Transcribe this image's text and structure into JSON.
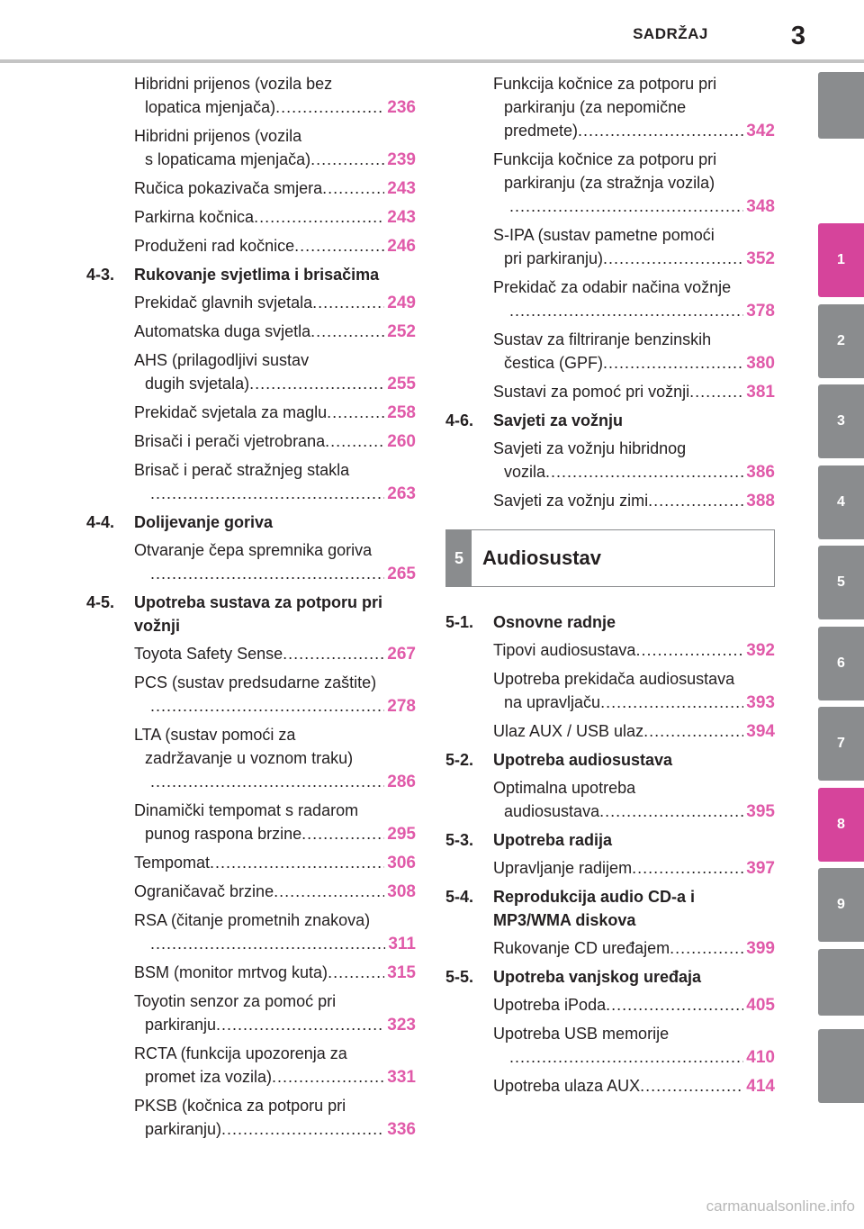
{
  "header": {
    "title": "SADRŽAJ",
    "page_number": "3"
  },
  "sidetabs": [
    {
      "label": "",
      "active": false
    },
    {
      "label": "1",
      "active": true
    },
    {
      "label": "2",
      "active": false
    },
    {
      "label": "3",
      "active": false
    },
    {
      "label": "4",
      "active": false
    },
    {
      "label": "5",
      "active": false
    },
    {
      "label": "6",
      "active": false
    },
    {
      "label": "7",
      "active": false
    },
    {
      "label": "8",
      "active": true
    },
    {
      "label": "9",
      "active": false
    },
    {
      "label": "",
      "active": false
    },
    {
      "label": "",
      "active": false
    }
  ],
  "left_column": [
    {
      "kind": "entry",
      "line1": "Hibridni prijenos (vozila bez",
      "line2": "lopatica mjenjača)",
      "page": "236"
    },
    {
      "kind": "entry",
      "line1": "Hibridni prijenos (vozila",
      "line2": "s lopaticama mjenjača)",
      "page": "239"
    },
    {
      "kind": "entry",
      "line2": "Ručica pokazivača smjera",
      "page": "243",
      "single": true
    },
    {
      "kind": "entry",
      "line2": "Parkirna kočnica",
      "page": "243",
      "single": true
    },
    {
      "kind": "entry",
      "line2": "Produženi rad kočnice",
      "page": "246",
      "single": true
    },
    {
      "kind": "section",
      "num": "4-3.",
      "name": "Rukovanje svjetlima i brisačima"
    },
    {
      "kind": "entry",
      "line2": "Prekidač glavnih svjetala",
      "page": "249",
      "single": true
    },
    {
      "kind": "entry",
      "line2": "Automatska duga svjetla",
      "page": "252",
      "single": true
    },
    {
      "kind": "entry",
      "line1": "AHS (prilagodljivi sustav",
      "line2": "dugih svjetala)",
      "page": "255"
    },
    {
      "kind": "entry",
      "line2": "Prekidač svjetala za maglu",
      "page": "258",
      "single": true
    },
    {
      "kind": "entry",
      "line2": "Brisači i perači vjetrobrana",
      "page": "260",
      "single": true
    },
    {
      "kind": "entry",
      "line1": "Brisač i perač stražnjeg stakla",
      "line2": "",
      "page": "263"
    },
    {
      "kind": "section",
      "num": "4-4.",
      "name": "Dolijevanje goriva"
    },
    {
      "kind": "entry",
      "line1": "Otvaranje čepa spremnika goriva",
      "line2": "",
      "page": "265"
    },
    {
      "kind": "section",
      "num": "4-5.",
      "name": "Upotreba sustava za potporu pri vožnji"
    },
    {
      "kind": "entry",
      "line2": "Toyota Safety Sense",
      "page": "267",
      "single": true
    },
    {
      "kind": "entry",
      "line1": "PCS (sustav predsudarne zaštite)",
      "line2": "",
      "page": "278"
    },
    {
      "kind": "entry",
      "line1": "LTA (sustav pomoći za",
      "line1b": "zadržavanje u voznom traku)",
      "line2": "",
      "page": "286"
    },
    {
      "kind": "entry",
      "line1": "Dinamički tempomat s radarom",
      "line2": "punog raspona brzine",
      "page": "295"
    },
    {
      "kind": "entry",
      "line2": "Tempomat",
      "page": "306",
      "single": true
    },
    {
      "kind": "entry",
      "line2": "Ograničavač brzine",
      "page": "308",
      "single": true
    },
    {
      "kind": "entry",
      "line1": "RSA (čitanje prometnih znakova)",
      "line2": "",
      "page": "311"
    },
    {
      "kind": "entry",
      "line2": "BSM (monitor mrtvog kuta)",
      "page": "315",
      "single": true
    },
    {
      "kind": "entry",
      "line1": "Toyotin senzor za pomoć pri",
      "line2": "parkiranju",
      "page": "323"
    },
    {
      "kind": "entry",
      "line1": "RCTA (funkcija upozorenja za",
      "line2": "promet iza vozila)",
      "page": "331"
    },
    {
      "kind": "entry",
      "line1": "PKSB (kočnica za potporu pri",
      "line2": "parkiranju)",
      "page": "336"
    }
  ],
  "right_column": [
    {
      "kind": "entry",
      "line1": "Funkcija kočnice za potporu pri",
      "line1b": "parkiranju (za nepomične",
      "line2": "predmete)",
      "page": "342"
    },
    {
      "kind": "entry",
      "line1": "Funkcija kočnice za potporu pri",
      "line1b": "parkiranju (za stražnja vozila)",
      "line2": "",
      "page": "348"
    },
    {
      "kind": "entry",
      "line1": "S-IPA (sustav pametne pomoći",
      "line2": "pri parkiranju)",
      "page": "352"
    },
    {
      "kind": "entry",
      "line1": "Prekidač za odabir načina vožnje",
      "line2": "",
      "page": "378"
    },
    {
      "kind": "entry",
      "line1": "Sustav za filtriranje benzinskih",
      "line2": "čestica (GPF)",
      "page": "380"
    },
    {
      "kind": "entry",
      "line2": "Sustavi za pomoć pri vožnji",
      "page": "381",
      "single": true
    },
    {
      "kind": "section",
      "num": "4-6.",
      "name": "Savjeti za vožnju"
    },
    {
      "kind": "entry",
      "line1": "Savjeti za vožnju hibridnog",
      "line2": "vozila",
      "page": "386"
    },
    {
      "kind": "entry",
      "line2": "Savjeti za vožnju zimi",
      "page": "388",
      "single": true
    },
    {
      "kind": "chapter",
      "num": "5",
      "name": "Audiosustav"
    },
    {
      "kind": "section",
      "num": "5-1.",
      "name": "Osnovne radnje"
    },
    {
      "kind": "entry",
      "line2": "Tipovi audiosustava",
      "page": "392",
      "single": true
    },
    {
      "kind": "entry",
      "line1": "Upotreba prekidača audiosustava",
      "line2": "na upravljaču",
      "page": "393"
    },
    {
      "kind": "entry",
      "line2": "Ulaz AUX / USB ulaz",
      "page": "394",
      "single": true
    },
    {
      "kind": "section",
      "num": "5-2.",
      "name": "Upotreba audiosustava"
    },
    {
      "kind": "entry",
      "line1": "Optimalna upotreba",
      "line2": "audiosustava",
      "page": "395"
    },
    {
      "kind": "section",
      "num": "5-3.",
      "name": "Upotreba radija"
    },
    {
      "kind": "entry",
      "line2": "Upravljanje radijem",
      "page": "397",
      "single": true
    },
    {
      "kind": "section",
      "num": "5-4.",
      "name": "Reprodukcija audio CD-a i MP3/WMA diskova"
    },
    {
      "kind": "entry",
      "line2": "Rukovanje CD uređajem",
      "page": "399",
      "single": true
    },
    {
      "kind": "section",
      "num": "5-5.",
      "name": "Upotreba vanjskog uređaja"
    },
    {
      "kind": "entry",
      "line2": "Upotreba iPoda",
      "page": "405",
      "single": true
    },
    {
      "kind": "entry",
      "line1": "Upotreba USB memorije",
      "line2": "",
      "page": "410"
    },
    {
      "kind": "entry",
      "line2": "Upotreba ulaza AUX",
      "page": "414",
      "single": true
    }
  ],
  "watermark": "carmanualsonline.info"
}
